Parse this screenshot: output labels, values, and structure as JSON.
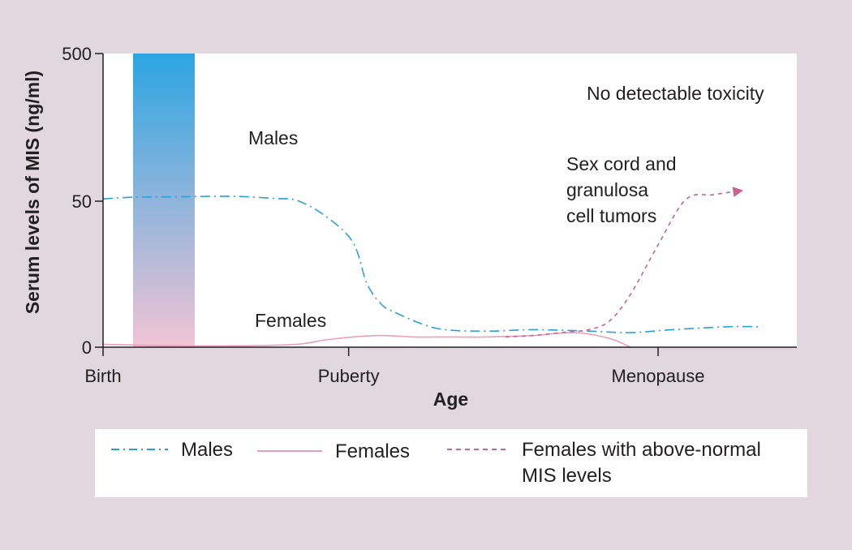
{
  "chart_data": {
    "type": "line",
    "title": "",
    "xlabel": "Age",
    "ylabel": "Serum levels of MIS (ng/ml)",
    "x_ticks": [
      "Birth",
      "Puberty",
      "Menopause"
    ],
    "y_ticks": [
      "0",
      "50",
      "500"
    ],
    "ylim": [
      0,
      500
    ],
    "y_scale": "broken (0–50 linear, 50–500 compressed)",
    "grid": false,
    "legend_position": "bottom",
    "colors": {
      "males": "#2a9fd8",
      "females": "#e8a0b6",
      "above_normal": "#c4668f",
      "background": "#e2d7de",
      "plot_area": "#ffffff",
      "axis": "#231f20"
    },
    "highlight_band": {
      "description": "neonatal peak region",
      "y_range": [
        0,
        500
      ],
      "gradient_top": "#2ca5e2",
      "gradient_bottom": "#f2c4d5"
    },
    "series": [
      {
        "name": "Males",
        "style": "dash-dot",
        "x_age_fraction": [
          0.0,
          0.04,
          0.08,
          0.13,
          0.16,
          0.2,
          0.25,
          0.28,
          0.32,
          0.36,
          0.38,
          0.4,
          0.42,
          0.48,
          0.55,
          0.62,
          0.7,
          0.76,
          0.82,
          0.9,
          0.95
        ],
        "values": [
          57,
          62,
          63,
          64,
          65,
          64,
          58,
          52,
          45,
          36,
          22,
          15,
          12,
          6.5,
          5.5,
          6,
          5.5,
          5,
          6,
          7,
          7
        ]
      },
      {
        "name": "Females",
        "style": "solid",
        "x_age_fraction": [
          0.0,
          0.1,
          0.2,
          0.28,
          0.32,
          0.36,
          0.4,
          0.45,
          0.5,
          0.55,
          0.62,
          0.68,
          0.73,
          0.76
        ],
        "values": [
          1,
          0.5,
          0.5,
          1,
          2.5,
          3.5,
          4,
          3.5,
          3.5,
          3.5,
          4,
          5,
          3,
          0
        ]
      },
      {
        "name": "Females with above-normal MIS levels",
        "style": "dashed-arrow",
        "x_age_fraction": [
          0.58,
          0.62,
          0.66,
          0.7,
          0.73,
          0.76,
          0.8,
          0.84,
          0.88,
          0.92
        ],
        "values": [
          3.5,
          4,
          5,
          6,
          9,
          18,
          35,
          55,
          70,
          82
        ]
      }
    ],
    "annotations": {
      "males": "Males",
      "females": "Females",
      "tumors_line1": "Sex cord and",
      "tumors_line2": "granulosa",
      "tumors_line3": "cell tumors",
      "toxicity": "No detectable toxicity"
    },
    "legend": {
      "males": "Males",
      "females": "Females",
      "above_line1": "Females with above-normal",
      "above_line2": "MIS levels"
    }
  }
}
